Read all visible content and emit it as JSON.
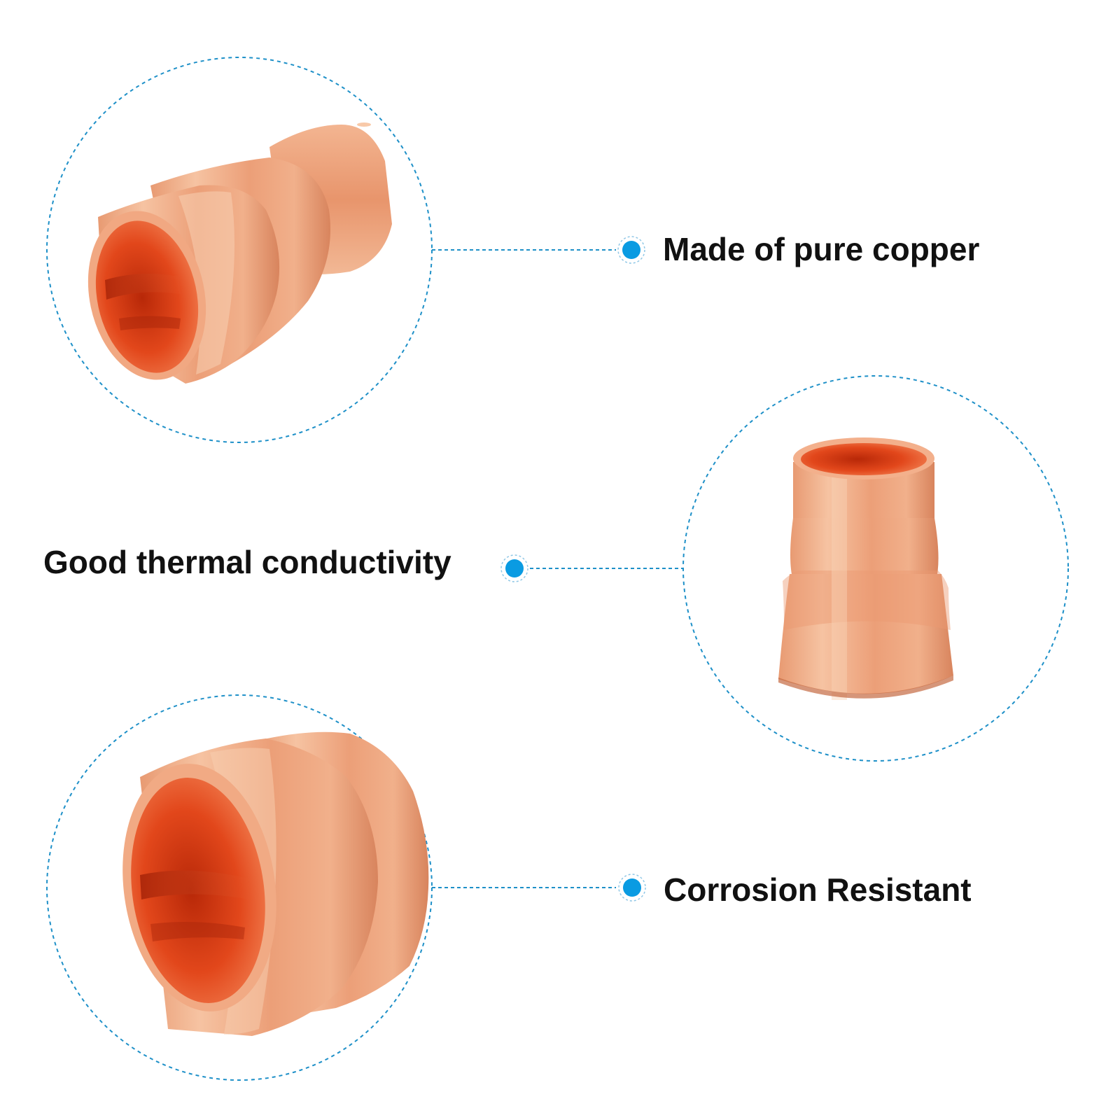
{
  "features": [
    {
      "label": "Made of pure copper"
    },
    {
      "label": "Good thermal conductivity"
    },
    {
      "label": "Corrosion Resistant"
    }
  ],
  "colors": {
    "callout_line": "#1e90c8",
    "dot": "#0a9be2",
    "copper_light": "#f4b48e",
    "copper_mid": "#e5875c",
    "copper_dark": "#c8603a",
    "copper_inner": "#d63a12",
    "label_text": "#111111"
  },
  "icons": {
    "bullet": "filled-circle-with-dashed-ring"
  }
}
